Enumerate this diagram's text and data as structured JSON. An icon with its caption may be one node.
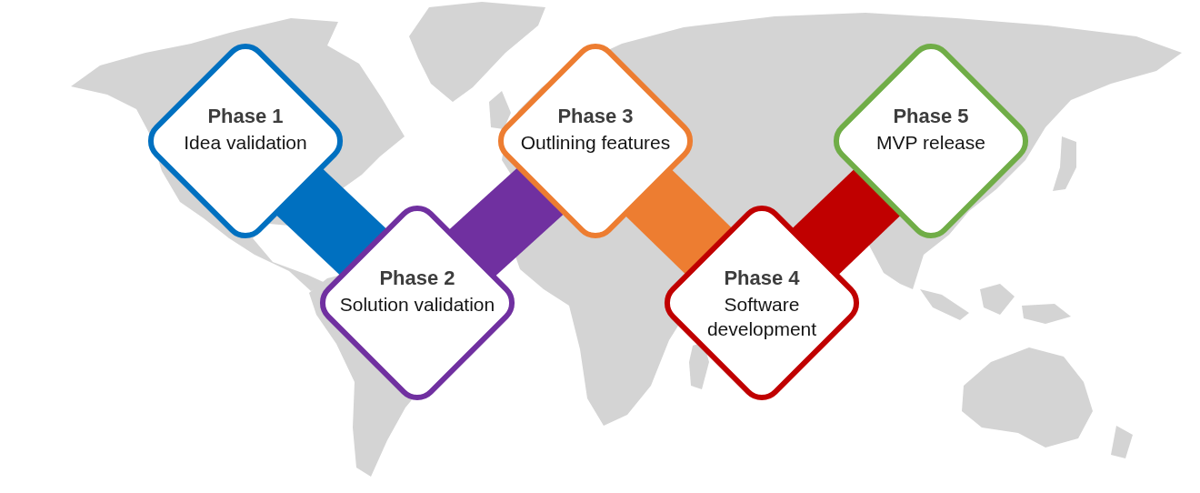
{
  "diagram": {
    "nodes": [
      {
        "text": [
          "Phase 1",
          "Idea validation"
        ]
      },
      {
        "text": [
          "Phase 2",
          "Solution validation"
        ]
      },
      {
        "text": [
          "Phase 3",
          "Outlining features"
        ]
      },
      {
        "text": [
          "Phase 4",
          "Software development"
        ]
      },
      {
        "text": [
          "Phase 5",
          "MVP release"
        ]
      }
    ],
    "edges": [
      {
        "from": 0,
        "to": 1,
        "arrow": "none",
        "color": "#0070c0"
      },
      {
        "from": 1,
        "to": 2,
        "arrow": "none",
        "color": "#7030a0"
      },
      {
        "from": 2,
        "to": 3,
        "arrow": "none",
        "color": "#ed7d31"
      },
      {
        "from": 3,
        "to": 4,
        "arrow": "none",
        "color": "#c00000"
      }
    ]
  }
}
